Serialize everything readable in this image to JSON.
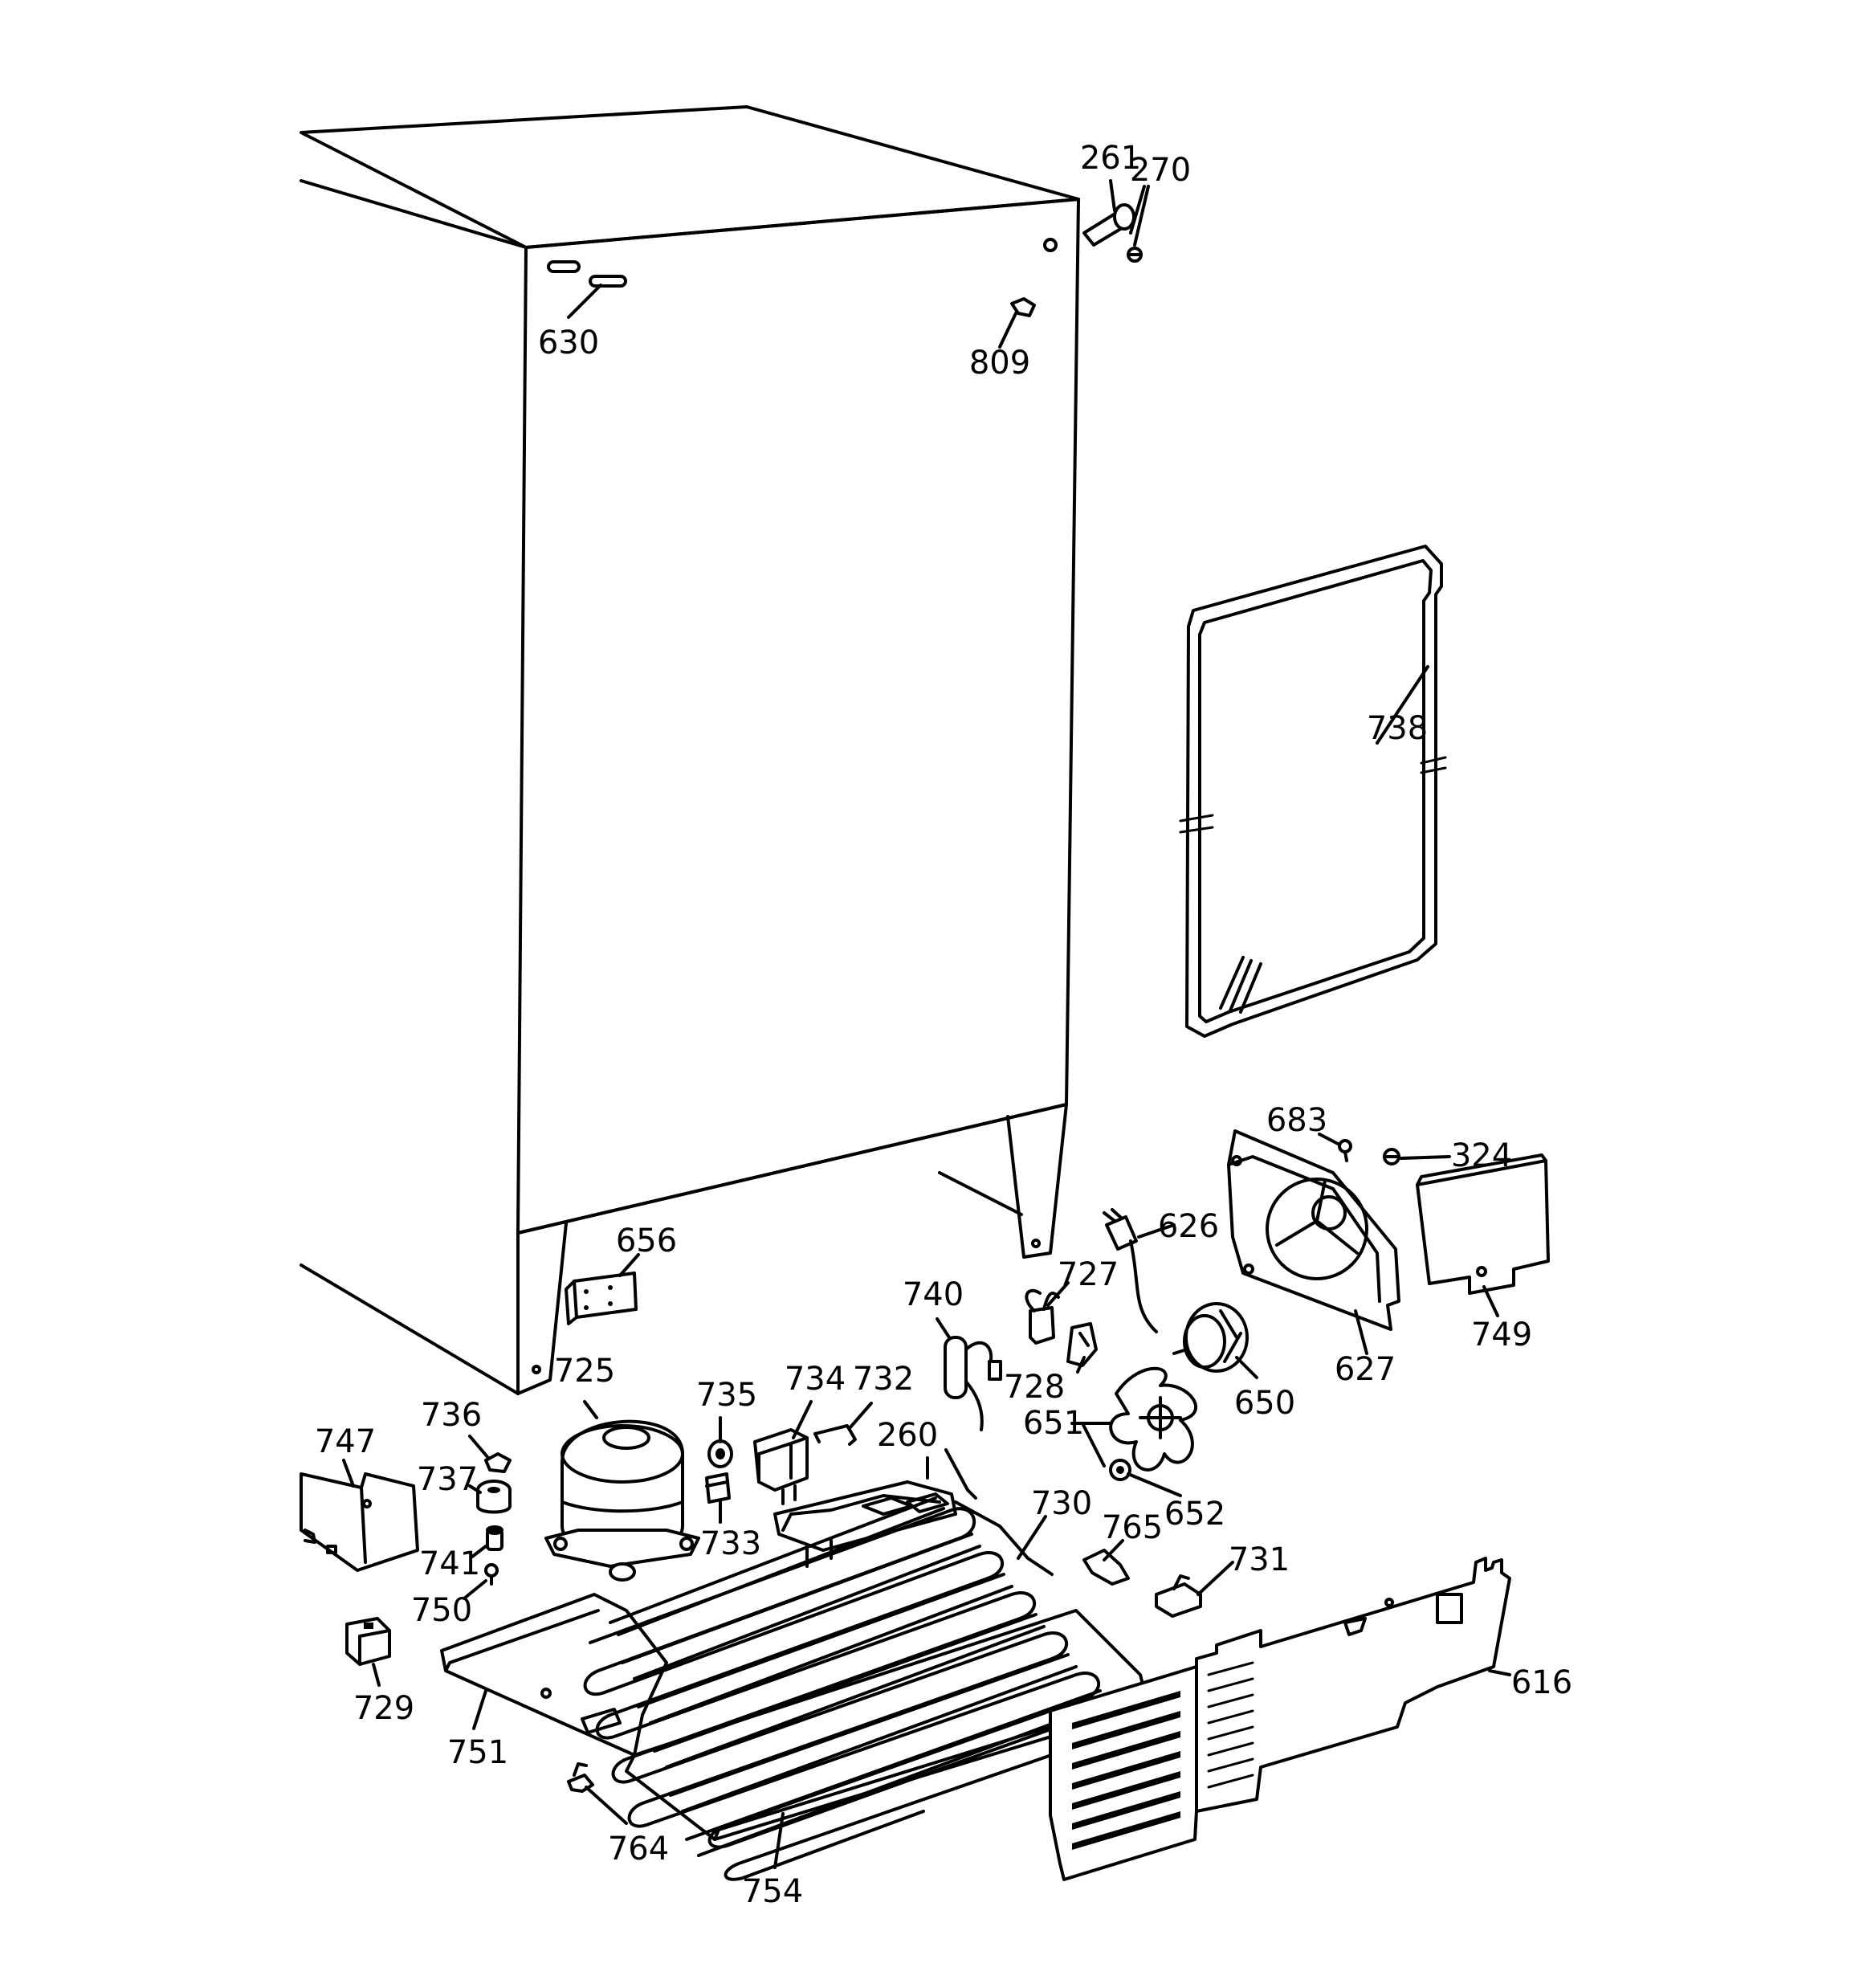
{
  "labels": {
    "l261": "261",
    "l270": "270",
    "l630": "630",
    "l809": "809",
    "l738": "738",
    "l683": "683",
    "l324": "324",
    "l626": "626",
    "l656": "656",
    "l740": "740",
    "l727": "727",
    "l749": "749",
    "l627": "627",
    "l728": "728",
    "l650": "650",
    "l725": "725",
    "l735": "735",
    "l734": "734",
    "l732": "732",
    "l736": "736",
    "l747": "747",
    "l260": "260",
    "l651": "651",
    "l737": "737",
    "l652": "652",
    "l730": "730",
    "l765": "765",
    "l733": "733",
    "l741": "741",
    "l731": "731",
    "l750": "750",
    "l616": "616",
    "l729": "729",
    "l751": "751",
    "l764": "764",
    "l754": "754"
  }
}
